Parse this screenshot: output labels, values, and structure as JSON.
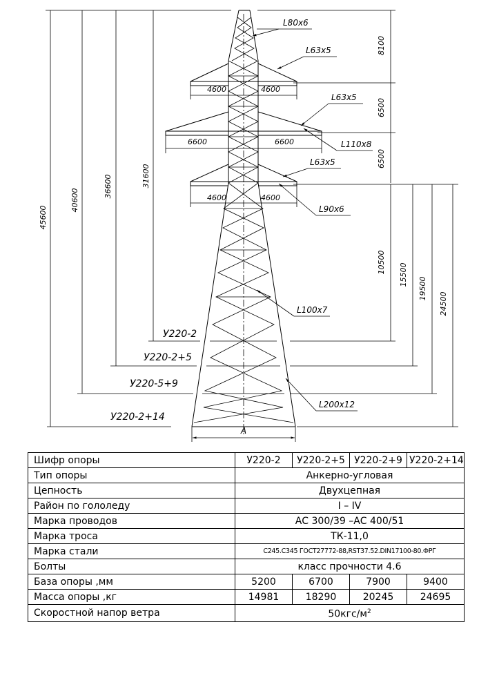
{
  "drawing": {
    "members": {
      "top": "L80x6",
      "arm1": "L63x5",
      "arm2": "L63x5",
      "arm2_main": "L110x8",
      "arm3": "L63x5",
      "arm3_main": "L90x6",
      "body": "L100x7",
      "leg": "L200x12"
    },
    "arm_widths": {
      "arm1_left": "4600",
      "arm1_right": "4600",
      "arm2_left": "6600",
      "arm2_right": "6600",
      "arm3_left": "4600",
      "arm3_right": "4600"
    },
    "left_dims": [
      "45600",
      "40600",
      "36600",
      "31600"
    ],
    "right_top_dims": [
      "8100",
      "6500",
      "6500"
    ],
    "right_bottom_dims": [
      "10500",
      "15500",
      "19500",
      "24500"
    ],
    "level_labels": [
      "У220-2",
      "У220-2+5",
      "У220-5+9",
      "У220-2+14"
    ],
    "base_label": "A"
  },
  "table": {
    "rows": [
      {
        "label": "Шифр опоры",
        "cells": [
          "У220-2",
          "У220-2+5",
          "У220-2+9",
          "У220-2+14"
        ]
      },
      {
        "label": "Тип опоры",
        "value": "Анкерно-угловая"
      },
      {
        "label": "Цепность",
        "value": "Двухцепная"
      },
      {
        "label": "Район по гололеду",
        "value": "I – IV"
      },
      {
        "label": "Марка проводов",
        "value": "АС 300/39 –АС 400/51"
      },
      {
        "label": "Марка троса",
        "value": "ТК-11,0"
      },
      {
        "label": "Марка стали",
        "value": "С245.С345 ГОСТ27772-88,RST37.52.DIN17100-80.ФРГ"
      },
      {
        "label": "Болты",
        "value": "класс прочности 4.6"
      },
      {
        "label": "База опоры ,мм",
        "cells": [
          "5200",
          "6700",
          "7900",
          "9400"
        ]
      },
      {
        "label": "Масса опоры ,кг",
        "cells": [
          "14981",
          "18290",
          "20245",
          "24695"
        ]
      },
      {
        "label": "Скоростной напор ветра",
        "value": "50кгс/м",
        "sup": "2"
      }
    ]
  }
}
